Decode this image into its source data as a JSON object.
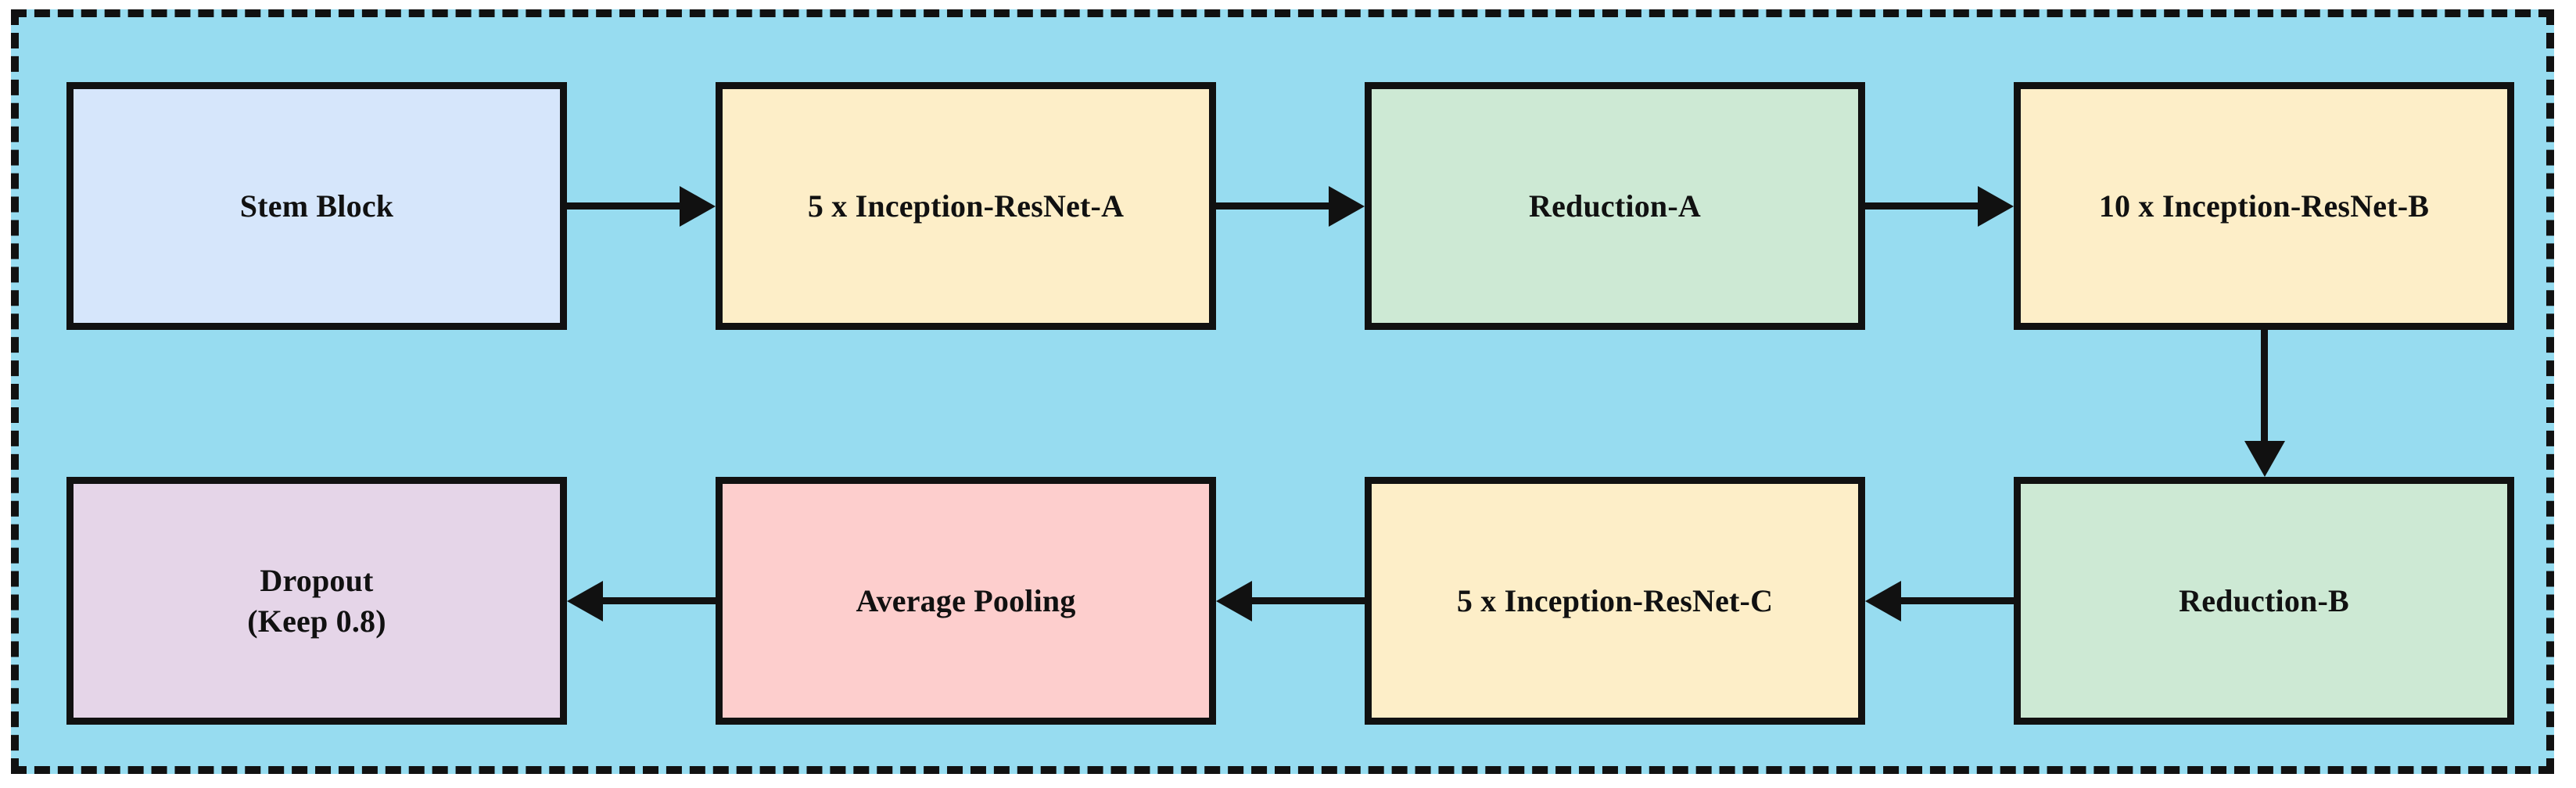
{
  "diagram": {
    "title": "Inception-ResNet network architecture flow diagram",
    "container": {
      "background_color": "#97dcf0",
      "border_style": "dashed",
      "border_color": "#111111"
    },
    "palette": {
      "stem_blue": "#d6e6fb",
      "inception_yellow": "#fdeec8",
      "reduction_green": "#cde9d4",
      "pooling_pink": "#fdcecd",
      "dropout_lavender": "#e5d5e8",
      "outline": "#111111",
      "panel": "#97dcf0"
    },
    "nodes": [
      {
        "id": "stem-block",
        "label": "Stem Block",
        "label_line2": "",
        "fill": "#d6e6fb",
        "row": 1,
        "column": 1
      },
      {
        "id": "inception-resnet-a",
        "label": "5 x Inception-ResNet-A",
        "label_line2": "",
        "fill": "#fdeec8",
        "row": 1,
        "column": 2
      },
      {
        "id": "reduction-a",
        "label": "Reduction-A",
        "label_line2": "",
        "fill": "#cde9d4",
        "row": 1,
        "column": 3
      },
      {
        "id": "inception-resnet-b",
        "label": "10 x Inception-ResNet-B",
        "label_line2": "",
        "fill": "#fdeec8",
        "row": 1,
        "column": 4
      },
      {
        "id": "dropout",
        "label": "Dropout",
        "label_line2": "(Keep 0.8)",
        "fill": "#e5d5e8",
        "row": 2,
        "column": 1
      },
      {
        "id": "average-pooling",
        "label": "Average Pooling",
        "label_line2": "",
        "fill": "#fdcecd",
        "row": 2,
        "column": 2
      },
      {
        "id": "inception-resnet-c",
        "label": "5 x Inception-ResNet-C",
        "label_line2": "",
        "fill": "#fdeec8",
        "row": 2,
        "column": 3
      },
      {
        "id": "reduction-b",
        "label": "Reduction-B",
        "label_line2": "",
        "fill": "#cde9d4",
        "row": 2,
        "column": 4
      }
    ],
    "edges": [
      {
        "id": "edge-stem-to-a",
        "from": "stem-block",
        "to": "inception-resnet-a",
        "direction": "right"
      },
      {
        "id": "edge-a-to-reduction-a",
        "from": "inception-resnet-a",
        "to": "reduction-a",
        "direction": "right"
      },
      {
        "id": "edge-reduction-a-to-b",
        "from": "reduction-a",
        "to": "inception-resnet-b",
        "direction": "right"
      },
      {
        "id": "edge-b-to-reduction-b",
        "from": "inception-resnet-b",
        "to": "reduction-b",
        "direction": "down"
      },
      {
        "id": "edge-reduction-b-to-c",
        "from": "reduction-b",
        "to": "inception-resnet-c",
        "direction": "left"
      },
      {
        "id": "edge-c-to-pooling",
        "from": "inception-resnet-c",
        "to": "average-pooling",
        "direction": "left"
      },
      {
        "id": "edge-pooling-to-dropout",
        "from": "average-pooling",
        "to": "dropout",
        "direction": "left"
      }
    ]
  }
}
